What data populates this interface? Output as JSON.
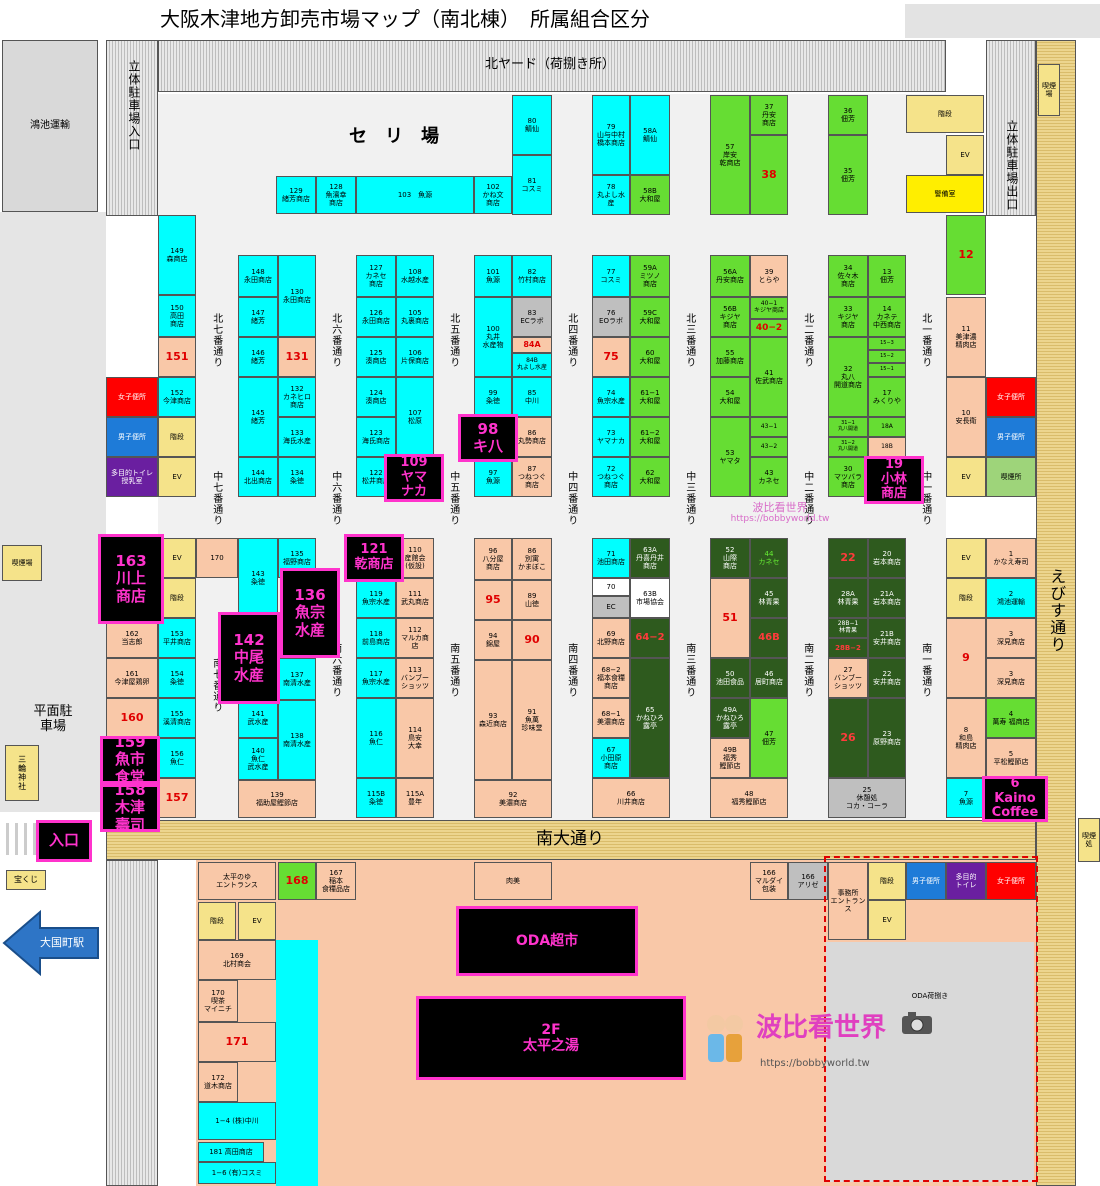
{
  "title": "大阪木津地方卸売市場マップ（南北棟）　所属組合区分",
  "top": {
    "north_yard": "北ヤード（荷捌き所）",
    "seri": "セ　リ　場",
    "parking_entry": "立体駐車場入口",
    "parking_exit": "立体駐車場出口",
    "konoike": "鴻池運輸",
    "smoking_top": "喫煙場"
  },
  "aisles": {
    "n7": "北七番通り",
    "n6": "北六番通り",
    "n5": "北五番通り",
    "n4": "北四番通り",
    "n3": "北三番通り",
    "n2": "北二番通り",
    "n1": "北一番通り",
    "c7": "中七番通り",
    "c6": "中六番通り",
    "c5": "中五番通り",
    "c4": "中四番通り",
    "c3": "中三番通り",
    "c2": "中二番通り",
    "c1": "中一番通り",
    "s7": "南七番通り",
    "s6": "南六番通り",
    "s5": "南五番通り",
    "s4": "南四番通り",
    "s3": "南三番通り",
    "s2": "南二番通り",
    "s1": "南一番通り",
    "south_street": "南大通り",
    "ebisu": "えびす通り"
  },
  "left": {
    "smoking": "喫煙場",
    "parking": "平面駐車場",
    "shrine": "三輪神社",
    "takarakuji": "宝くじ",
    "entrance": "入口",
    "station": "大国町駅"
  },
  "right": {
    "smoking": "喫煙処"
  },
  "stalls": {
    "s129": "129\n緒芳商店",
    "s128": "128\n魚濱幸\n商店",
    "s103": "103　魚源",
    "s102": "102\nかね文\n商店",
    "s80": "80\n鯖仙",
    "s81": "81\nコスミ",
    "s79": "79\n山与中村\n橋本商店",
    "s58a": "58A\n鯖仙",
    "s78": "78\n丸よし水\n産",
    "s58b": "58B\n大和屋",
    "s57": "57\n岸安\n乾商店",
    "s37": "37\n丹安\n商店",
    "s38": "38",
    "s36": "36\n佃芳",
    "s35": "35\n佃芳",
    "stairs": "階段",
    "ev": "EV",
    "guard": "警備室",
    "s12": "12",
    "s149": "149\n森商店",
    "s150": "150\n高田\n商店",
    "s151": "151",
    "s152": "152\n今津商店",
    "s148": "148\n永田商店",
    "s130": "130\n永田商店",
    "s147": "147\n緒芳",
    "s146": "146\n緒芳",
    "s131": "131",
    "s145": "145\n緒芳",
    "s132": "132\nカネヒロ\n商店",
    "s133": "133\n海氐水産",
    "s144": "144\n北出商店",
    "s134": "134\n粂徳",
    "s127": "127\nカネセ\n商店",
    "s108": "108\n水越水産",
    "s126": "126\n永田商店",
    "s105": "105\n丸裏商店",
    "s125": "125\n湊商店",
    "s106": "106\n片保商店",
    "s124": "124\n湊商店",
    "s107": "107\n松原",
    "s123": "123\n海氐商店",
    "s122": "122\n松井商店",
    "s101": "101\n魚源",
    "s82": "82\n竹村商店",
    "s83": "83\nECラボ",
    "s84a": "84A",
    "s84b": "84B\n丸よし水産",
    "s100": "100\n丸井\n水産物",
    "s99": "99\n粂徳",
    "s85": "85\n中川",
    "s86": "86\n丸勢商店",
    "s97": "97\n魚源",
    "s87": "87\nつねつぐ\n商店",
    "s77": "77\nコスミ",
    "s59a": "59A\nミツノ\n商店",
    "s76": "76\nEOラボ",
    "s59c": "59C\n大和屋",
    "s75": "75",
    "s60": "60\n大和屋",
    "s74": "74\n魚宗水産",
    "s61_1": "61−1\n大和屋",
    "s73": "73\nヤマナカ",
    "s61_2": "61−2\n大和屋",
    "s72": "72\nつねつぐ\n商店",
    "s62": "62\n大和屋",
    "s56a": "56A\n丹安商店",
    "s39": "39\nとらや",
    "s56b": "56B\nキジヤ\n商店",
    "s40_1": "40−1\nキジヤ商店",
    "s40_2": "40−2",
    "s55": "55\n加藤商店",
    "s41": "41\n佐武商店",
    "s54": "54\n大和屋",
    "s43_1": "43−1",
    "s43_2": "43−2",
    "s53": "53\nヤマタ",
    "s43": "43\nカネセ",
    "s34": "34\n佐々木\n商店",
    "s13": "13\n佃芳",
    "s33": "33\nキジヤ\n商店",
    "s14": "14\nカネテ\n中西商店",
    "s15_3": "15−3",
    "s15_2": "15−2",
    "s15_1": "15−1",
    "s32": "32\n丸八\n開道商店",
    "s17": "17\nみくりや",
    "s31_1": "31−1\n丸八開道",
    "s31_2": "31−2\n丸八開道",
    "s18a": "18A",
    "s18b": "18B",
    "s30": "30\nマツバラ\n商店",
    "s11": "11\n美津濃\n精肉店",
    "s10": "10\n安長衛",
    "s170": "170",
    "s143": "143\n粂徳",
    "s135": "135\n福野商店",
    "s153": "153\n平井商店",
    "s162": "162\n当志郎",
    "s161": "161\n今津屋鶏卵",
    "s154": "154\n粂徳",
    "s155": "155\n溪清商店",
    "s156": "156\n魚仁",
    "s160": "160",
    "s157": "157",
    "s141": "141\n武水産",
    "s140": "140\n魚仁\n武水産",
    "s137": "137\n南清水産",
    "s138": "138\n南清水産",
    "s139": "139\n福助屋鰹節店",
    "s110": "110\n産館会\n(仮設)",
    "s119": "119\n魚宗水産",
    "s111": "111\n武丸商店",
    "s118": "118\n前島商店",
    "s112": "112\nマルカ商\n店",
    "s117": "117\n魚宗水産",
    "s113": "113\nバンブー\nショッツ",
    "s116": "116\n魚仁",
    "s114": "114\n鳥安\n大幸",
    "s115b": "115B\n粂徳",
    "s115a": "115A\n豊年",
    "s96": "96\n八分屋\n商店",
    "s86b": "86\n別寓\nかまぼこ",
    "s95": "95",
    "s89": "89\n山徳",
    "s94": "94\n錦屋",
    "s90": "90",
    "s93": "93\n森近商店",
    "s91": "91\n魚萬\n珍味堂",
    "s92": "92\n美濃商店",
    "s71": "71\n池田商店",
    "s63a": "63A\n丹喜丹井\n商店",
    "s70": "70",
    "ec": "EC",
    "s63b": "63B\n市場協会",
    "s69": "69\n北野商店",
    "s64_2": "64−2",
    "s68_2": "68−2\n福本食糧\n商店",
    "s68_1": "68−1\n美濃商店",
    "s65": "65\nかねひろ\n露亭",
    "s67": "67\n小田原\n商店",
    "s66": "66\n川井商店",
    "s52": "52\n山際\n商店",
    "s44": "44\nカネセ",
    "s45": "45\n林青果",
    "s51": "51",
    "s46b": "46B",
    "s50": "50\n池田食品",
    "s46": "46\n居町商店",
    "s49a": "49A\nかねひろ\n露亭",
    "s47": "47\n佃芳",
    "s49b": "49B\n福秀\n鰹節店",
    "s48": "48\n福秀鰹節店",
    "s22": "22",
    "s20": "20\n岩本商店",
    "s28a": "28A\n林青果",
    "s21a": "21A\n岩本商店",
    "s28b1": "28B−1\n林青果",
    "s28b2": "28B−2",
    "s21b": "21B\n安井商店",
    "s27": "27\nバンブー\nショッツ",
    "s22b": "22\n安井商店",
    "s26": "26",
    "s23": "23\n原野商店",
    "s25": "25\n休憩処\nコカ・コーラ",
    "s1": "1\nかなえ寿司",
    "s2": "2\n鴻池運輸",
    "s9": "9",
    "s3a": "3\n深見商店",
    "s3b": "3\n深見商店",
    "s4": "4\n萬寿 福商店",
    "s8": "8\n和島\n精肉店",
    "s5": "5\n平松鰹節店",
    "s7": "7\n魚源",
    "ladies": "女子便所",
    "mens": "男子便所",
    "multi": "多目的トイレ\n授乳室",
    "multi2": "多目的\nトイレ",
    "smoking_r": "喫煙所"
  },
  "highlights": {
    "h98": "98\nキ八",
    "h109": "109\nヤマ\nナカ",
    "h19": "19\n小林\n商店",
    "h163": "163\n川上\n商店",
    "h121": "121\n乾商店",
    "h136": "136\n魚宗\n水産",
    "h142": "142\n中尾\n水産",
    "h159": "159\n魚市\n食堂",
    "h158": "158\n木津\n壽司",
    "h6": "6\nKaino\nCoffee"
  },
  "south": {
    "taihei_entrance": "太平のゆ\nエントランス",
    "s168": "168",
    "s167": "167\n稲本\n食糧品店",
    "nikumi": "肉美",
    "s166a": "166\nマルダイ\n包装",
    "s166b": "166\nアリゼ",
    "office": "事務所\nエントランス",
    "oda": "ODA超市",
    "spa": "2F\n太平之湯",
    "oda_yard": "ODA荷捌き",
    "s169": "169\n北村商会",
    "s170b": "170\n喫茶\nマイニチ",
    "s171": "171",
    "s172": "172\n道木商店",
    "s1_4": "1−4 (株)中川",
    "s181": "181 高田商店",
    "s1_6": "1−6 (有)コスミ"
  },
  "watermark": {
    "top_text": "波比看世界",
    "top_url": "https://bobbyworld.tw",
    "logo_text": "波比看世界",
    "logo_url": "https://bobbyworld.tw"
  },
  "colors": {
    "seafood": "#00ffff",
    "produce": "#66dd33",
    "other": "#f9c8a8",
    "highlight": "#ff33cc"
  }
}
